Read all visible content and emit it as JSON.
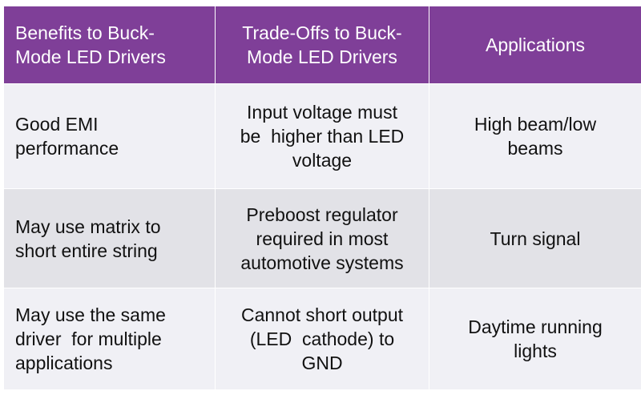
{
  "table": {
    "headers": [
      {
        "lines": [
          "Benefits to Buck-",
          "Mode LED Drivers"
        ]
      },
      {
        "lines": [
          "Trade-Offs to Buck-",
          "Mode LED Drivers"
        ]
      },
      {
        "lines": [
          "Applications"
        ]
      }
    ],
    "rows": [
      {
        "benefit": [
          "Good EMI",
          "performance"
        ],
        "tradeoff": [
          "Input voltage must",
          "be  higher than LED",
          "voltage"
        ],
        "application": [
          "High beam/low",
          "beams"
        ]
      },
      {
        "benefit": [
          "May use matrix to",
          "short entire string"
        ],
        "tradeoff": [
          "Preboost regulator",
          "required in most",
          "automotive systems"
        ],
        "application": [
          "Turn signal"
        ]
      },
      {
        "benefit": [
          "May use the same",
          "driver  for multiple",
          "applications"
        ],
        "tradeoff": [
          "Cannot short output",
          "(LED  cathode) to",
          "GND"
        ],
        "application": [
          "Daytime running",
          "lights"
        ]
      }
    ],
    "colors": {
      "header_bg": "#7f3f98",
      "header_text": "#ffffff",
      "row_odd_bg": "#f0f0f5",
      "row_even_bg": "#e2e2e7",
      "body_text": "#111111"
    }
  }
}
